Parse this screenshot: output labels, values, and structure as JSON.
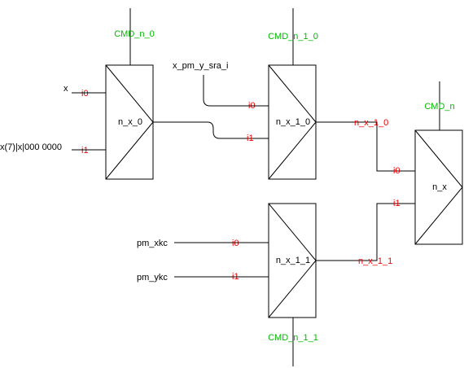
{
  "colors": {
    "cmd": "#00bb00",
    "port": "#ee0000",
    "wire": "#000000"
  },
  "muxes": {
    "n_x_0": {
      "name": "n_x_0",
      "cmd": "CMD_n_0",
      "in0": "i0",
      "in1": "i1"
    },
    "n_x_1_0": {
      "name": "n_x_1_0",
      "cmd": "CMD_n_1_0",
      "in0": "i0",
      "in1": "i1"
    },
    "n_x_1_1": {
      "name": "n_x_1_1",
      "cmd": "CMD_n_1_1",
      "in0": "i0",
      "in1": "i1"
    },
    "n_x": {
      "name": "n_x",
      "cmd": "CMD_n",
      "in0": "i0",
      "in1": "i1"
    }
  },
  "inputs": {
    "x": "x",
    "x_concat": "x(7)|x|000 0000",
    "x_pm_y_sra_i": "x_pm_y_sra_i",
    "pm_xkc": "pm_xkc",
    "pm_ykc": "pm_ykc"
  },
  "signals": {
    "n_x_1_0": "n_x_1_0",
    "n_x_1_1": "n_x_1_1"
  }
}
